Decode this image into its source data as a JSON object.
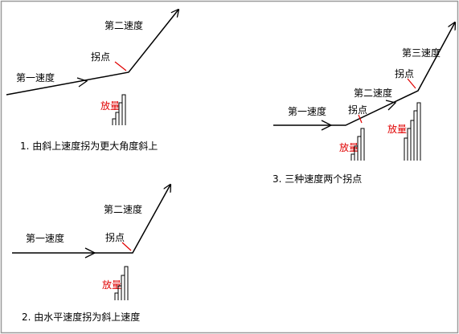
{
  "colors": {
    "line": "#000000",
    "accent": "#e00000",
    "frame": "#9a9a9a"
  },
  "panel1": {
    "speed1": "第一速度",
    "speed2": "第二速度",
    "inflection": "拐点",
    "volume": "放量",
    "caption": "1. 由斜上速度拐为更大角度斜上"
  },
  "panel2": {
    "speed1": "第一速度",
    "speed2": "第二速度",
    "inflection": "拐点",
    "volume": "放量",
    "caption": "2. 由水平速度拐为斜上速度"
  },
  "panel3": {
    "speed1": "第一速度",
    "speed2": "第二速度",
    "speed3": "第三速度",
    "inflection1": "拐点",
    "inflection2": "拐点",
    "volume1": "放量",
    "volume2": "放量",
    "caption": "3. 三种速度两个拐点"
  }
}
